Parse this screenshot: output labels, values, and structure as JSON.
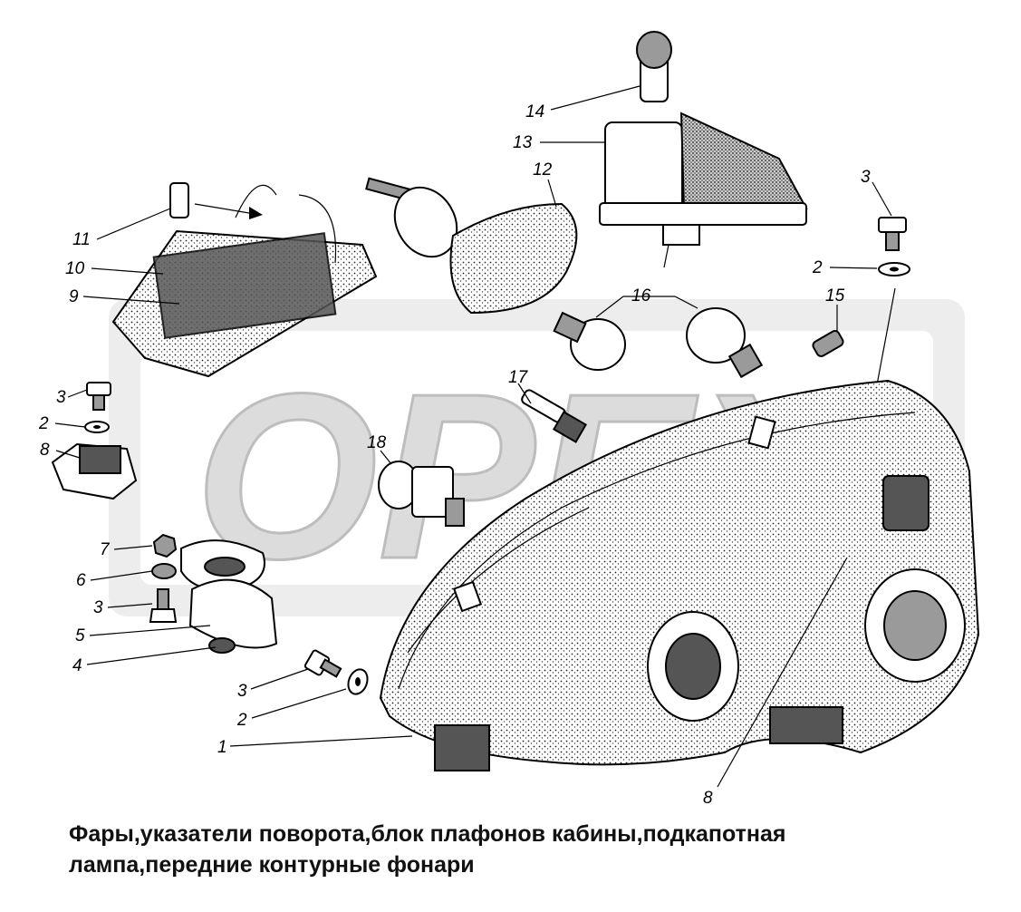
{
  "watermark": {
    "text": "ОРЕХ",
    "color": "#d9d9d9"
  },
  "callouts": [
    {
      "id": "c14",
      "text": "14"
    },
    {
      "id": "c13",
      "text": "13"
    },
    {
      "id": "c12",
      "text": "12"
    },
    {
      "id": "c11",
      "text": "11"
    },
    {
      "id": "c10",
      "text": "10"
    },
    {
      "id": "c9",
      "text": "9"
    },
    {
      "id": "c3a",
      "text": "3"
    },
    {
      "id": "c2a",
      "text": "2"
    },
    {
      "id": "c16",
      "text": "16"
    },
    {
      "id": "c15",
      "text": "15"
    },
    {
      "id": "c17",
      "text": "17"
    },
    {
      "id": "c3b",
      "text": "3"
    },
    {
      "id": "c2b",
      "text": "2"
    },
    {
      "id": "c8a",
      "text": "8"
    },
    {
      "id": "c18",
      "text": "18"
    },
    {
      "id": "c7",
      "text": "7"
    },
    {
      "id": "c6",
      "text": "6"
    },
    {
      "id": "c3c",
      "text": "3"
    },
    {
      "id": "c5",
      "text": "5"
    },
    {
      "id": "c4",
      "text": "4"
    },
    {
      "id": "c3d",
      "text": "3"
    },
    {
      "id": "c2c",
      "text": "2"
    },
    {
      "id": "c1",
      "text": "1"
    },
    {
      "id": "c8b",
      "text": "8"
    }
  ],
  "caption": {
    "line1": "Фары,указатели поворота,блок плафонов кабины,подкапотная",
    "line2": "лампа,передние контурные фонари"
  }
}
